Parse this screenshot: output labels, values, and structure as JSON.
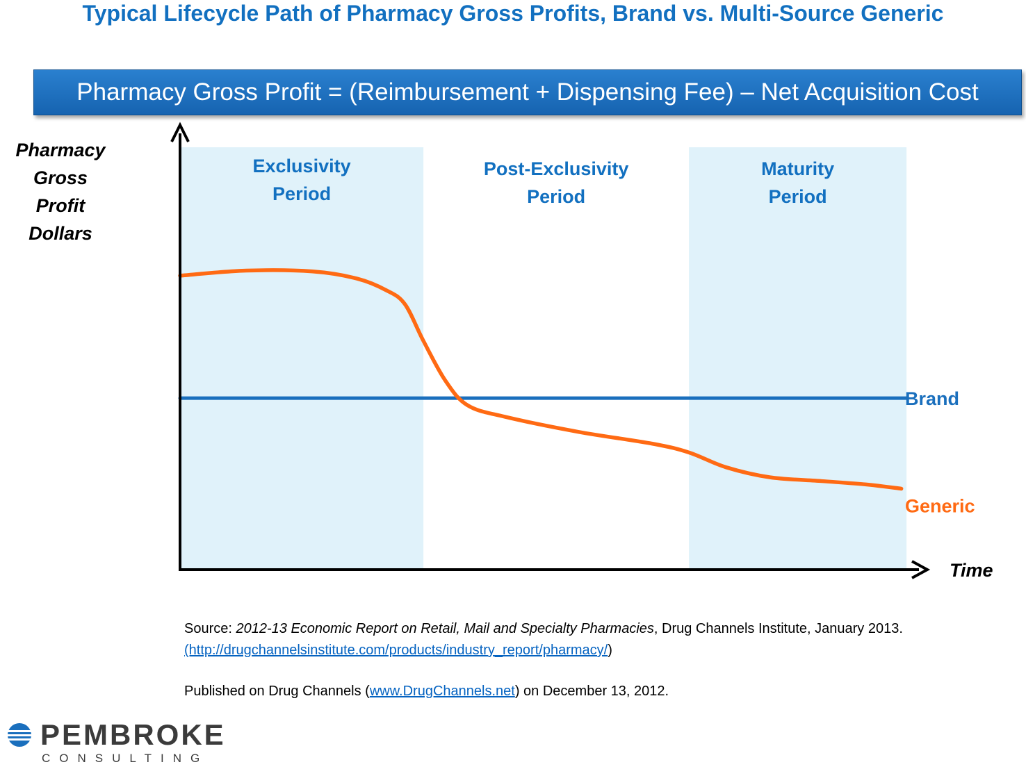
{
  "title": "Typical Lifecycle Path of Pharmacy Gross Profits, Brand vs. Multi-Source Generic",
  "formula": "Pharmacy Gross Profit = (Reimbursement + Dispensing Fee) – Net Acquisition Cost",
  "source": {
    "prefix": "Source: ",
    "report_title": "2012-13 Economic Report on Retail, Mail and Specialty Pharmacies",
    "suffix": ", Drug Channels Institute, January 2013.",
    "link_text": "(http://drugchannelsinstitute.com/products/industry_report/pharmacy/",
    "link_close": ")"
  },
  "published": {
    "prefix": "Published on Drug Channels (",
    "link_text": "www.DrugChannels.net",
    "suffix": ") on December 13, 2012."
  },
  "logo": {
    "word": "PEMBROKE",
    "sub": "CONSULTING"
  },
  "colors": {
    "title": "#1270c0",
    "brand": "#1a6fbd",
    "generic": "#ff6a13",
    "period_shade": "#e0f2fa"
  },
  "chart_data": {
    "type": "line",
    "title": "",
    "xlabel": "Time",
    "ylabel": [
      "Pharmacy",
      "Gross",
      "Profit",
      "Dollars"
    ],
    "xlim": [
      0,
      100
    ],
    "ylim": [
      0,
      100
    ],
    "grid": false,
    "periods": [
      {
        "name": [
          "Exclusivity",
          "Period"
        ],
        "start": 0,
        "end": 33,
        "shaded": true
      },
      {
        "name": [
          "Post-Exclusivity",
          "Period"
        ],
        "start": 33,
        "end": 69,
        "shaded": false
      },
      {
        "name": [
          "Maturity",
          "Period"
        ],
        "start": 69,
        "end": 98.5,
        "shaded": true
      }
    ],
    "series": [
      {
        "name": "Brand",
        "x": [
          0,
          98.5
        ],
        "y": [
          40.4,
          40.4
        ]
      },
      {
        "name": "Generic",
        "x": [
          0,
          9,
          18,
          24,
          28,
          30.5,
          33,
          36,
          39,
          44,
          54,
          64,
          69,
          74,
          80,
          87,
          93,
          97.8
        ],
        "y": [
          69.5,
          70.7,
          70.5,
          68.8,
          66.0,
          62.7,
          54.0,
          44.5,
          38.7,
          36.0,
          32.4,
          29.6,
          27.5,
          24.0,
          21.6,
          20.7,
          19.9,
          18.9
        ]
      }
    ]
  }
}
